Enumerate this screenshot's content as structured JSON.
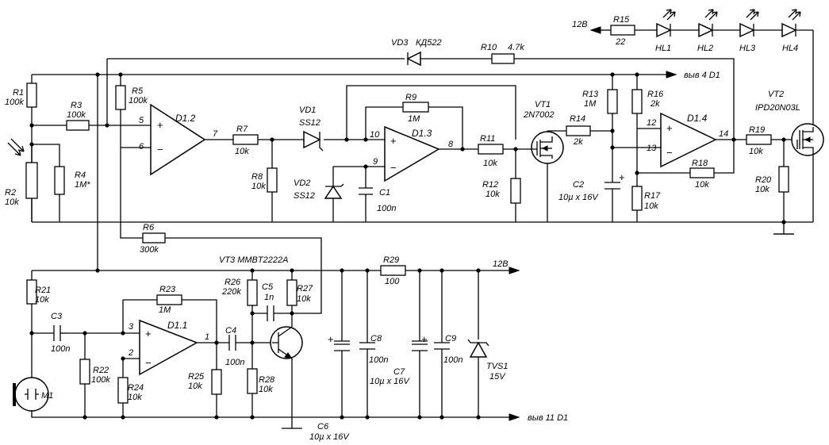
{
  "labels": {
    "r1": "R1",
    "r1v": "100k",
    "r2": "R2",
    "r2v": "10k",
    "r3": "R3",
    "r3v": "100k",
    "r4": "R4",
    "r4v": "1M*",
    "r5": "R5",
    "r5v": "100k",
    "r6": "R6",
    "r6v": "300k",
    "r7": "R7",
    "r7v": "10k",
    "r8": "R8",
    "r8v": "10k",
    "r9": "R9",
    "r9v": "1M",
    "r10": "R10",
    "r10v": "4.7k",
    "r11": "R11",
    "r11v": "10k",
    "r12": "R12",
    "r12v": "10k",
    "r13": "R13",
    "r13v": "1M",
    "r14": "R14",
    "r14v": "2k",
    "r15": "R15",
    "r15v": "22",
    "r16": "R16",
    "r16v": "2k",
    "r17": "R17",
    "r17v": "10k",
    "r18": "R18",
    "r18v": "10k",
    "r19": "R19",
    "r19v": "10k",
    "r20": "R20",
    "r20v": "10k",
    "r21": "R21",
    "r21v": "10k",
    "r22": "R22",
    "r22v": "100k",
    "r23": "R23",
    "r23v": "1M",
    "r24": "R24",
    "r24v": "10k",
    "r25": "R25",
    "r25v": "10k",
    "r26": "R26",
    "r26v": "220k",
    "r27": "R27",
    "r27v": "10k",
    "r28": "R28",
    "r28v": "10k",
    "r29": "R29",
    "r29v": "100",
    "c1": "C1",
    "c1v": "100n",
    "c2": "C2",
    "c2v": "10µ x 16V",
    "c3": "C3",
    "c3v": "100n",
    "c4": "C4",
    "c4v": "100n",
    "c5": "C5",
    "c5v": "1n",
    "c6": "C6",
    "c6v": "10µ x 16V",
    "c7": "C7",
    "c7v": "10µ x 16V",
    "c8": "C8",
    "c8v": "100n",
    "c9": "C9",
    "c9v": "100n",
    "vd1": "VD1",
    "vd1v": "SS12",
    "vd2": "VD2",
    "vd2v": "SS12",
    "vd3": "VD3",
    "vd3v": "КД522",
    "vt1": "VT1",
    "vt1v": "2N7002",
    "vt2": "VT2",
    "vt2v": "IPD20N03L",
    "vt3": "VT3  MMBT2222A",
    "d11": "D1.1",
    "d12": "D1.2",
    "d13": "D1.3",
    "d14": "D1.4",
    "hl1": "HL1",
    "hl2": "HL2",
    "hl3": "HL3",
    "hl4": "HL4",
    "tvs1": "TVS1",
    "tvs1v": "15V",
    "m1": "M1",
    "v12a": "12В",
    "v12b": "12В",
    "pin4": "выв 4 D1",
    "pin11": "выв 11 D1",
    "p3": "3",
    "p2": "2",
    "p1": "1",
    "p5": "5",
    "p6": "6",
    "p7": "7",
    "p10": "10",
    "p9": "9",
    "p8": "8",
    "p12": "12",
    "p13": "13",
    "p14": "14",
    "plus": "+",
    "minus": "−"
  }
}
